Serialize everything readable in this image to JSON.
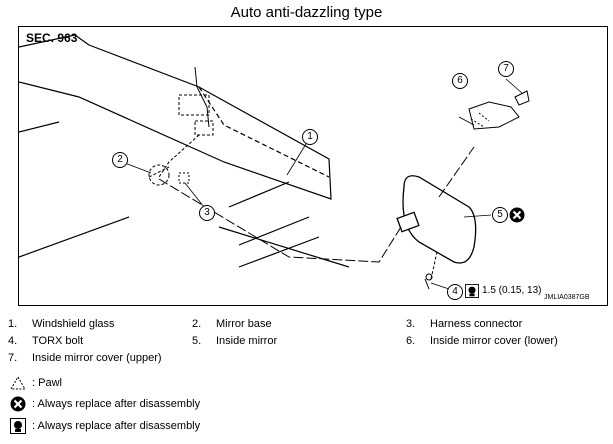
{
  "title": "Auto anti-dazzling type",
  "figure": {
    "section": "SEC. 963",
    "callouts": [
      "1",
      "2",
      "3",
      "4",
      "5",
      "6",
      "7"
    ],
    "torque": "1.5 (0.15, 13)",
    "code": "JMLIA0387GB"
  },
  "legend": {
    "items": [
      {
        "num": "1.",
        "label": "Windshield glass"
      },
      {
        "num": "2.",
        "label": "Mirror base"
      },
      {
        "num": "3.",
        "label": "Harness connector"
      },
      {
        "num": "4.",
        "label": "TORX bolt"
      },
      {
        "num": "5.",
        "label": "Inside mirror"
      },
      {
        "num": "6.",
        "label": "Inside mirror cover (lower)"
      },
      {
        "num": "7.",
        "label": "Inside mirror cover (upper)"
      }
    ],
    "symbols": [
      {
        "icon": "pawl-icon",
        "text": ": Pawl"
      },
      {
        "icon": "replace-icon",
        "text": ": Always replace after disassembly"
      },
      {
        "icon": "torque-icon",
        "text": ": Always replace after disassembly"
      }
    ]
  }
}
